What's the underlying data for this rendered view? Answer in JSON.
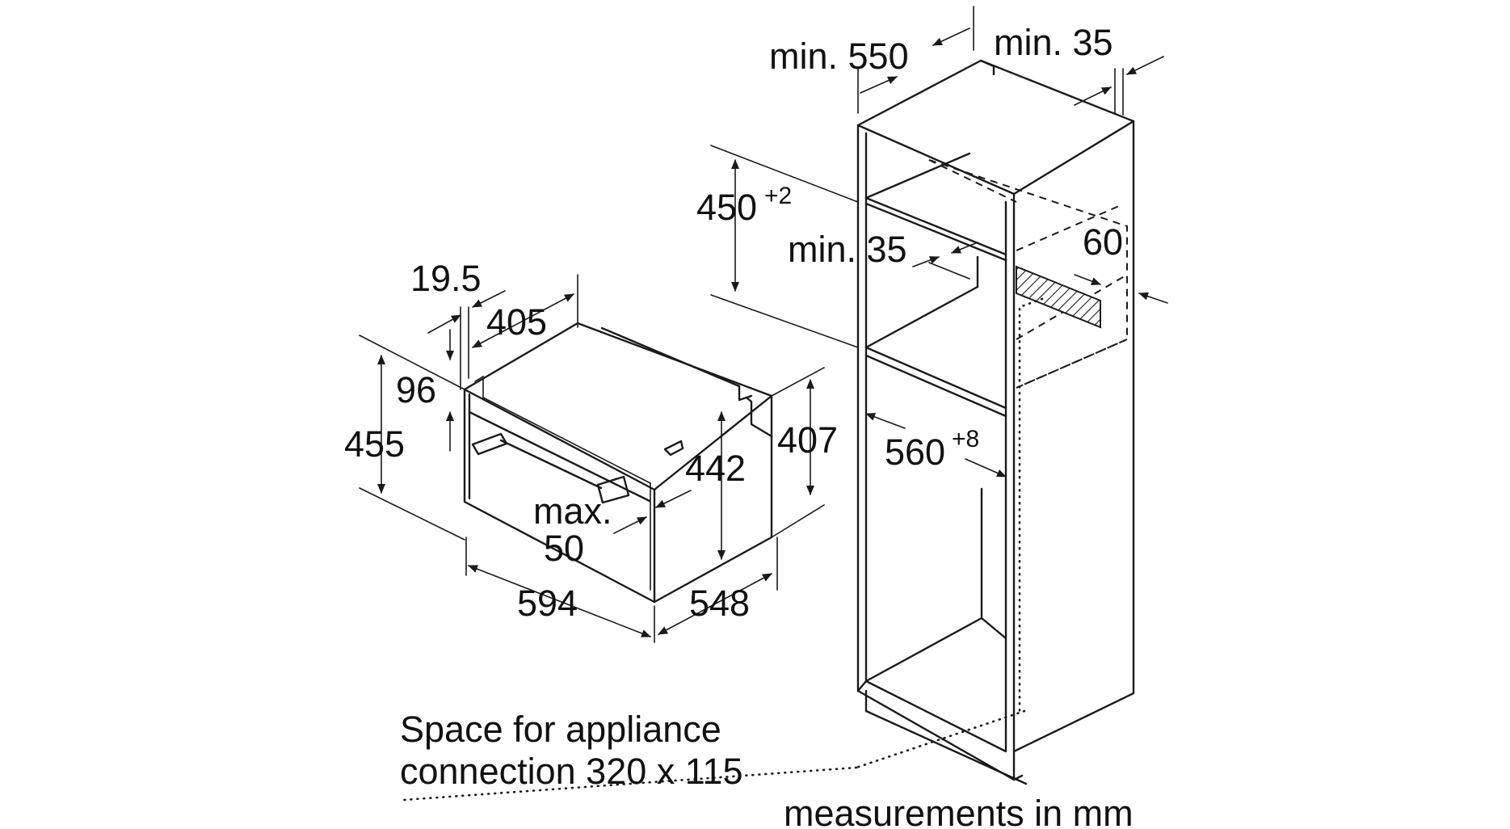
{
  "dimensions": {
    "d19_5": "19.5",
    "d405": "405",
    "d96": "96",
    "d455": "455",
    "d442": "442",
    "d407": "407",
    "max_line1": "max.",
    "max_line2": "50",
    "d594": "594",
    "d548": "548",
    "min550": "min. 550",
    "min35_top": "min. 35",
    "d450": "450",
    "d450_sup": "+2",
    "min35_mid": "min. 35",
    "d60": "60",
    "d560": "560",
    "d560_sup": "+8"
  },
  "notes": {
    "space_line1": "Space for appliance",
    "space_line2": "connection 320 x 115",
    "units": "measurements in mm"
  },
  "colors": {
    "line": "#1a1a1a",
    "background": "#ffffff"
  }
}
